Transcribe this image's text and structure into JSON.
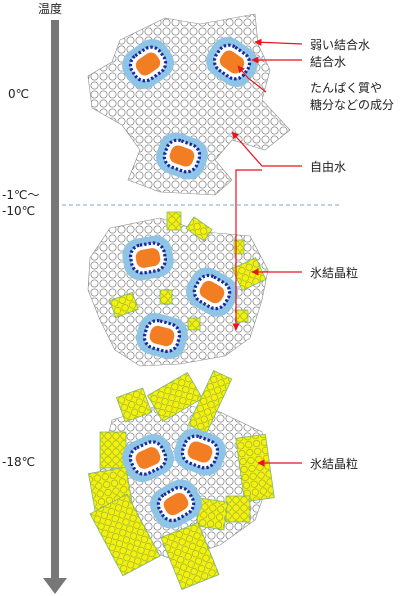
{
  "axis": {
    "title": "温度",
    "ticks": [
      "0℃",
      "-1℃～",
      "-10℃",
      "-18℃"
    ]
  },
  "labels": {
    "weak_bound_water": "弱い結合水",
    "bound_water": "結合水",
    "solutes_line1": "たんぱく質や",
    "solutes_line2": "糖分などの成分",
    "free_water": "自由水",
    "ice_crystal_mid": "氷結晶粒",
    "ice_crystal_low": "氷結晶粒"
  },
  "colors": {
    "arrow_red": "#e8141e",
    "free_water_stroke": "#8c8c8c",
    "weak_bound": "#8ec4e6",
    "bound_blue": "#1a2a9c",
    "solute_orange": "#f27d22",
    "ice_yellow": "#f4f20a",
    "ice_edge": "#7fb77e",
    "axis_gray": "#777777",
    "divider": "#7ea8c8"
  },
  "icons": {
    "axis_arrow": "down-arrow-icon"
  }
}
